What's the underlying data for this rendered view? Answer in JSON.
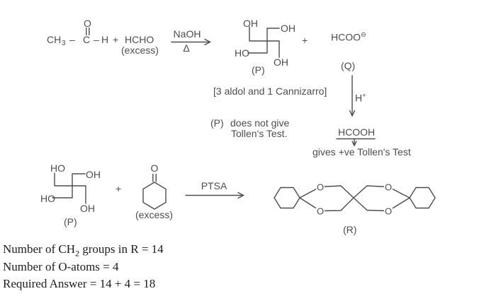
{
  "top_scheme": {
    "acetaldehyde": {
      "o": "O",
      "ch": "CH",
      "three": "3",
      "dash1": "–",
      "c": "C",
      "dash2": "–",
      "h": "H"
    },
    "plus1": "+",
    "formaldehyde": "HCHO",
    "formaldehyde_excess": "(excess)",
    "arrow1": {
      "reagent": "NaOH",
      "condition": "Δ"
    },
    "product_p": {
      "oh_top_left": "OH",
      "oh_top_right": "OH",
      "ho_left": "HO",
      "oh_bottom": "OH",
      "label": "(P)"
    },
    "plus2": "+",
    "formate": {
      "formula": "HCOO",
      "charge": "⊖",
      "label": "(Q)"
    },
    "mechanism_note": "[3 aldol and 1 Cannizarro]",
    "acid": {
      "h": "H",
      "plus": "+"
    },
    "p_note": {
      "label": "(P)",
      "line1": "does not give",
      "line2": "Tollen's Test."
    },
    "hcooh": "HCOOH",
    "tollens_note": "gives +ve Tollen's Test"
  },
  "bottom_scheme": {
    "reactant_p": {
      "ho_top_left": "HO",
      "oh_top_right": "OH",
      "ho_left": "HO",
      "oh_bottom": "OH",
      "label": "(P)"
    },
    "plus": "+",
    "cyclohexanone": {
      "o": "O",
      "excess": "(excess)"
    },
    "arrow": {
      "reagent": "PTSA"
    },
    "product_r": {
      "o_top_left": "O",
      "o_bottom_left": "O",
      "o_top_right": "O",
      "o_bottom_right": "O",
      "label": "(R)"
    }
  },
  "answer": {
    "line1_prefix": "Number of CH",
    "line1_sub": "2",
    "line1_suffix": " groups in R = 14",
    "line2": "Number of O-atoms = 4",
    "line3": "Required Answer = 14 + 4 = 18"
  }
}
